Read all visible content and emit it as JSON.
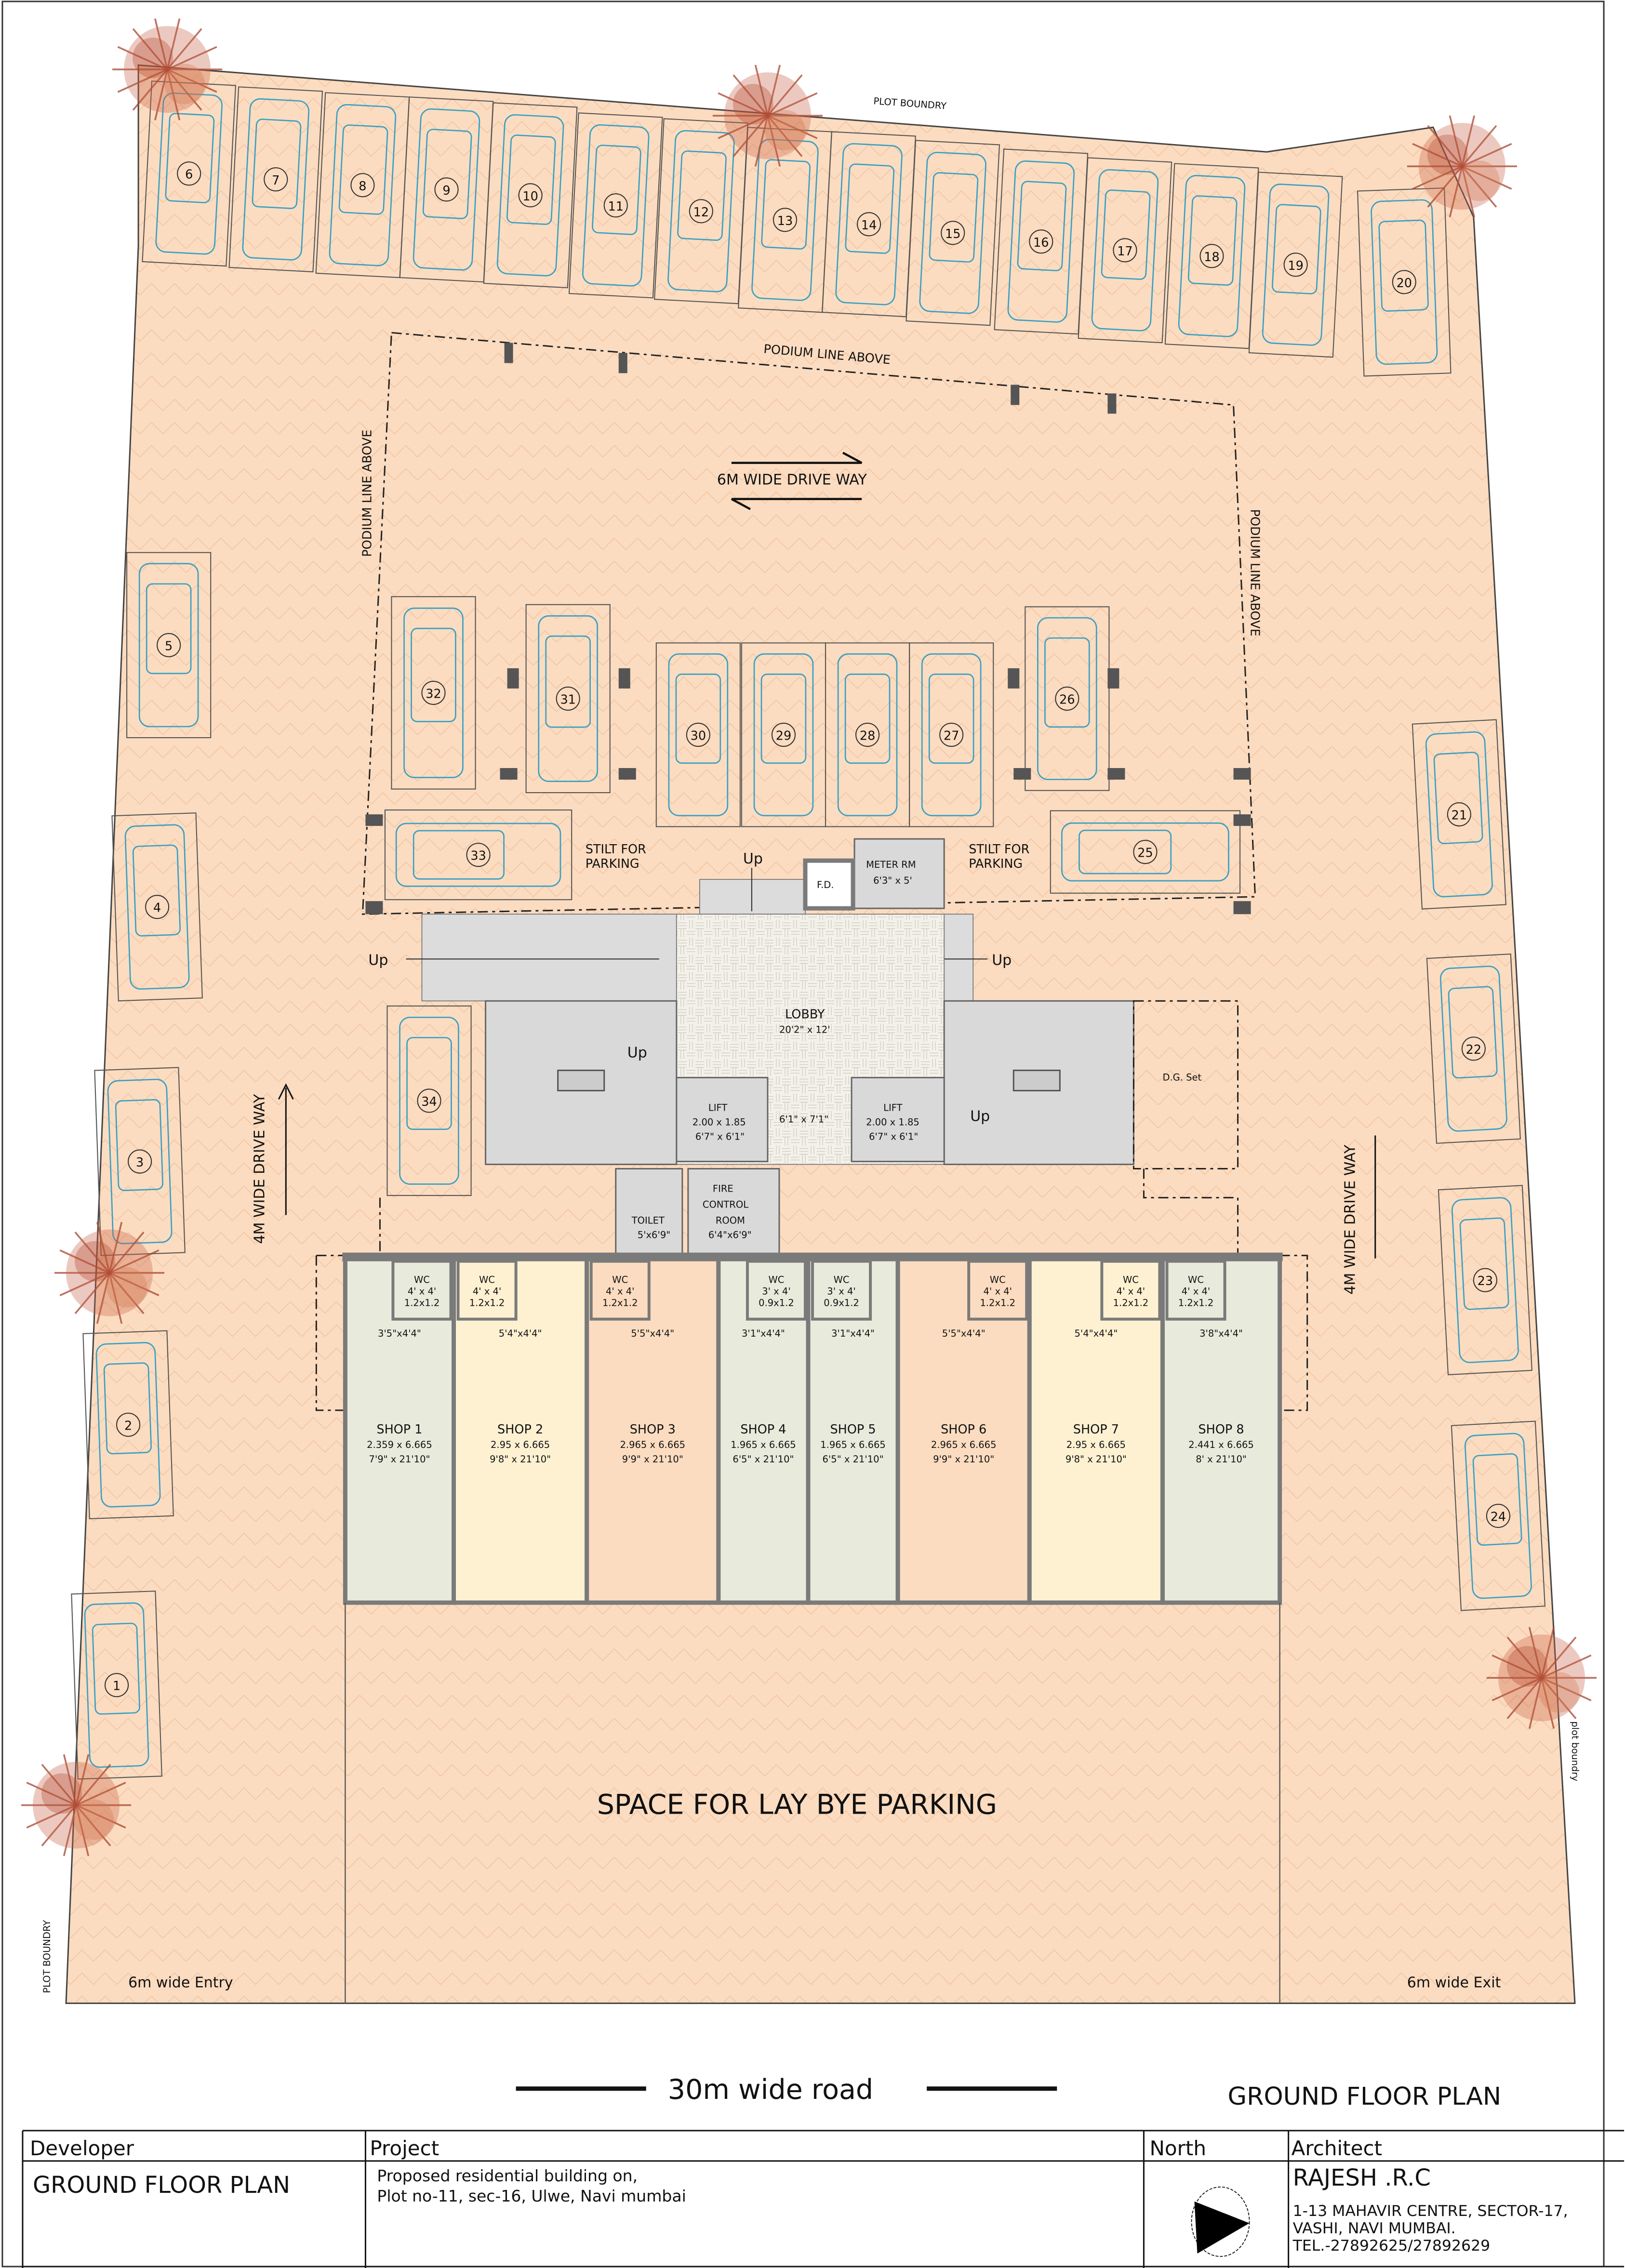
{
  "plan": {
    "plot_boundary_top": "PLOT BOUNDRY",
    "plot_boundary_left": "PLOT BOUNDRY",
    "plot_boundary_right": "plot boundry",
    "podium_top": "PODIUM LINE ABOVE",
    "podium_left": "PODIUM LINE ABOVE",
    "podium_right": "PODIUM LINE ABOVE",
    "driveway_6m": "6M WIDE DRIVE WAY",
    "driveway_4m_left": "4M WIDE DRIVE WAY",
    "driveway_4m_right": "4M WIDE DRIVE WAY",
    "stilt_left": [
      "STILT FOR",
      "PARKING"
    ],
    "stilt_right": [
      "STILT FOR",
      "PARKING"
    ],
    "entry": "6m wide Entry",
    "exit": "6m wide Exit",
    "lay_bye": "SPACE FOR LAY BYE PARKING",
    "road": "30m wide road",
    "drawing_title": "GROUND FLOOR PLAN",
    "up_label": "Up",
    "colors": {
      "ground": "#fcdcc0",
      "car_outline": "#3aa0c4",
      "shop_green": "#e8ebdc",
      "shop_yellow": "#fdf1d2",
      "shop_orange": "#fcdcc0",
      "wall": "#7a7a7a",
      "room": "#d9d9d9"
    }
  },
  "parking": {
    "spots": [
      "6",
      "7",
      "8",
      "9",
      "10",
      "11",
      "12",
      "13",
      "14",
      "15",
      "16",
      "17",
      "18",
      "19",
      "20",
      "5",
      "4",
      "3",
      "2",
      "1",
      "21",
      "22",
      "23",
      "24",
      "32",
      "31",
      "30",
      "29",
      "28",
      "27",
      "26",
      "33",
      "25",
      "34"
    ]
  },
  "core": {
    "lobby": {
      "name": "LOBBY",
      "size": "20'2\" x 12'"
    },
    "lobby_passage": "6'1\" x 7'1\"",
    "lift_left": {
      "name": "LIFT",
      "size_m": "2.00 x 1.85",
      "size_ft": "6'7\" x 6'1\""
    },
    "lift_right": {
      "name": "LIFT",
      "size_m": "2.00 x 1.85",
      "size_ft": "6'7\" x 6'1\""
    },
    "meter": {
      "name": "METER RM",
      "size": "6'3\" x 5'"
    },
    "fd": "F.D.",
    "dg": "D.G. Set",
    "toilet": {
      "name": "TOILET",
      "size": "5'x6'9\""
    },
    "fire": {
      "name": [
        "FIRE",
        "CONTROL",
        "ROOM"
      ],
      "size": "6'4\"x6'9\""
    }
  },
  "shops": [
    {
      "name": "SHOP 1",
      "size_m": "2.359 x 6.665",
      "size_ft": "7'9\" x 21'10\"",
      "wc": "WC",
      "wc_ft": "4' x 4'",
      "wc_m": "1.2x1.2",
      "side": "3'5\"x4'4\"",
      "color": "#e8ebdc"
    },
    {
      "name": "SHOP 2",
      "size_m": "2.95 x 6.665",
      "size_ft": "9'8\" x 21'10\"",
      "wc": "WC",
      "wc_ft": "4' x 4'",
      "wc_m": "1.2x1.2",
      "side": "5'4\"x4'4\"",
      "color": "#fdf1d2"
    },
    {
      "name": "SHOP 3",
      "size_m": "2.965 x 6.665",
      "size_ft": "9'9\" x 21'10\"",
      "wc": "WC",
      "wc_ft": "4' x 4'",
      "wc_m": "1.2x1.2",
      "side": "5'5\"x4'4\"",
      "color": "#fcdcc0"
    },
    {
      "name": "SHOP 4",
      "size_m": "1.965 x 6.665",
      "size_ft": "6'5\" x 21'10\"",
      "wc": "WC",
      "wc_ft": "3' x 4'",
      "wc_m": "0.9x1.2",
      "side": "3'1\"x4'4\"",
      "color": "#e8ebdc"
    },
    {
      "name": "SHOP 5",
      "size_m": "1.965 x 6.665",
      "size_ft": "6'5\" x 21'10\"",
      "wc": "WC",
      "wc_ft": "3' x 4'",
      "wc_m": "0.9x1.2",
      "side": "3'1\"x4'4\"",
      "color": "#e8ebdc"
    },
    {
      "name": "SHOP 6",
      "size_m": "2.965 x 6.665",
      "size_ft": "9'9\" x 21'10\"",
      "wc": "WC",
      "wc_ft": "4' x 4'",
      "wc_m": "1.2x1.2",
      "side": "5'5\"x4'4\"",
      "color": "#fcdcc0"
    },
    {
      "name": "SHOP 7",
      "size_m": "2.95 x 6.665",
      "size_ft": "9'8\" x 21'10\"",
      "wc": "WC",
      "wc_ft": "4' x 4'",
      "wc_m": "1.2x1.2",
      "side": "5'4\"x4'4\"",
      "color": "#fdf1d2"
    },
    {
      "name": "SHOP 8",
      "size_m": "2.441 x 6.665",
      "size_ft": "8' x 21'10\"",
      "wc": "WC",
      "wc_ft": "4' x 4'",
      "wc_m": "1.2x1.2",
      "side": "3'8\"x4'4\"",
      "color": "#e8ebdc"
    }
  ],
  "title_block": {
    "developer_label": "Developer",
    "project_label": "Project",
    "north_label": "North",
    "architect_label": "Architect",
    "overlay_title": "GROUND FLOOR PLAN",
    "project_lines": [
      "Proposed residential building on,",
      "Plot no-11, sec-16, Ulwe, Navi mumbai"
    ],
    "architect_name": "RAJESH .R.C",
    "architect_address": [
      "1-13 MAHAVIR CENTRE, SECTOR-17,",
      "VASHI, NAVI MUMBAI.",
      "TEL.-27892625/27892629"
    ]
  }
}
